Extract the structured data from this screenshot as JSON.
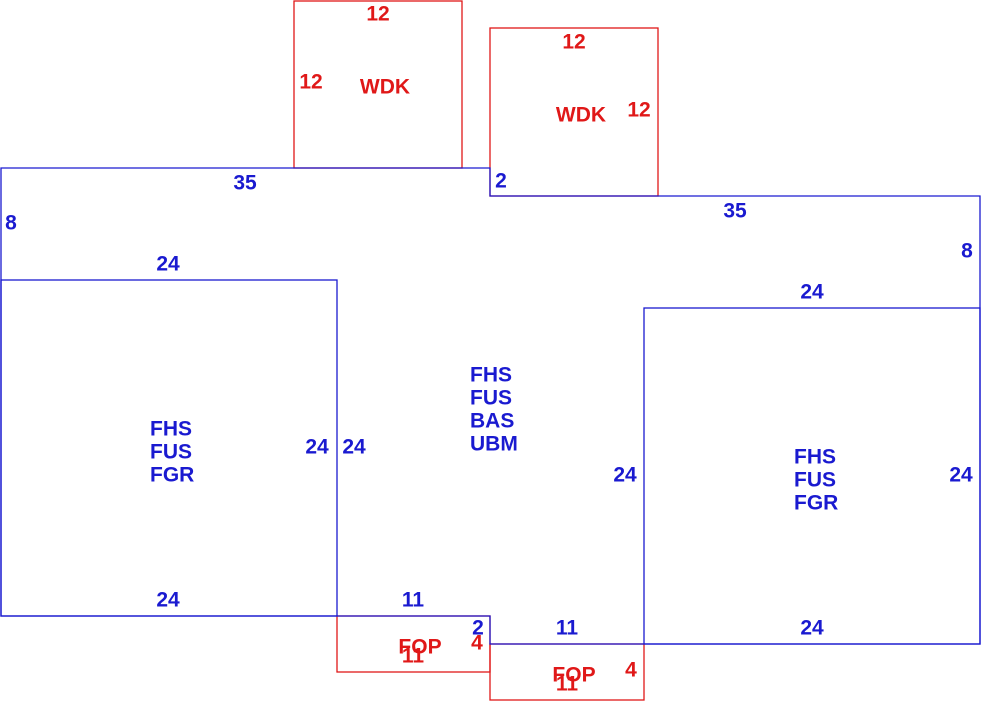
{
  "colors": {
    "main": "#1a1ad0",
    "accessory": "#e01818",
    "background": "#ffffff"
  },
  "areas": {
    "main_area": [
      "FHS",
      "FUS",
      "BAS",
      "UBM"
    ],
    "left_garage": [
      "FHS",
      "FUS",
      "FGR"
    ],
    "right_garage": [
      "FHS",
      "FUS",
      "FGR"
    ],
    "deck_left": "WDK",
    "deck_right": "WDK",
    "porch_left": "FOP",
    "porch_right": "FOP"
  },
  "dimensions": {
    "main_top_left": "35",
    "main_top_right": "35",
    "main_left_side": "8",
    "main_right_side": "8",
    "main_step": "2",
    "left_garage_top": "24",
    "left_garage_bottom": "24",
    "left_garage_right_inner": "24",
    "left_garage_right_outer": "24",
    "right_garage_top": "24",
    "right_garage_bottom": "24",
    "right_garage_left": "24",
    "right_garage_right": "24",
    "bottom_left_segment": "11",
    "bottom_right_segment": "11",
    "bottom_step": "2",
    "deck_left_top": "12",
    "deck_left_side": "12",
    "deck_right_top": "12",
    "deck_right_side": "12",
    "porch_left_bottom": "11",
    "porch_left_side": "4",
    "porch_right_bottom": "11",
    "porch_right_side": "4"
  }
}
